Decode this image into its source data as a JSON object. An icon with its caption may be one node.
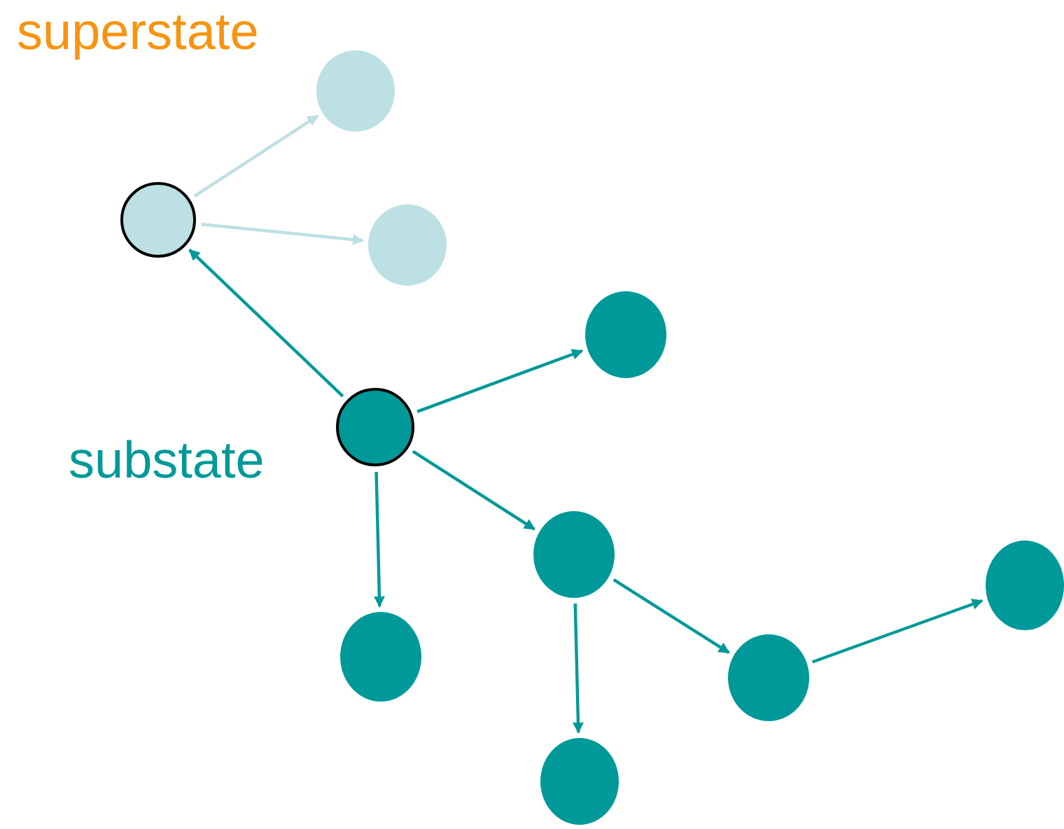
{
  "diagram": {
    "nodes": [
      {
        "text": [],
        "shape": "circle"
      },
      {
        "text": [],
        "shape": "circle"
      },
      {
        "text": [],
        "shape": "circle"
      },
      {
        "text": [],
        "shape": "circle"
      },
      {
        "text": [],
        "shape": "circle"
      },
      {
        "text": [],
        "shape": "circle"
      },
      {
        "text": [],
        "shape": "circle"
      },
      {
        "text": [],
        "shape": "circle"
      },
      {
        "text": [],
        "shape": "circle"
      },
      {
        "text": [],
        "shape": "circle"
      }
    ],
    "edges": [
      {
        "from": 1,
        "to": 0,
        "arrow": "to",
        "color": "#bde0e4"
      },
      {
        "from": 1,
        "to": 2,
        "arrow": "to",
        "color": "#bde0e4"
      },
      {
        "from": 4,
        "to": 1,
        "arrow": "to"
      },
      {
        "from": 4,
        "to": 3,
        "arrow": "to"
      },
      {
        "from": 4,
        "to": 7,
        "arrow": "to"
      },
      {
        "from": 4,
        "to": 5,
        "arrow": "to"
      },
      {
        "from": 5,
        "to": 9,
        "arrow": "to"
      },
      {
        "from": 5,
        "to": 8,
        "arrow": "to"
      },
      {
        "from": 8,
        "to": 6,
        "arrow": "to"
      }
    ],
    "labels": [
      "superstate",
      "substate"
    ]
  }
}
